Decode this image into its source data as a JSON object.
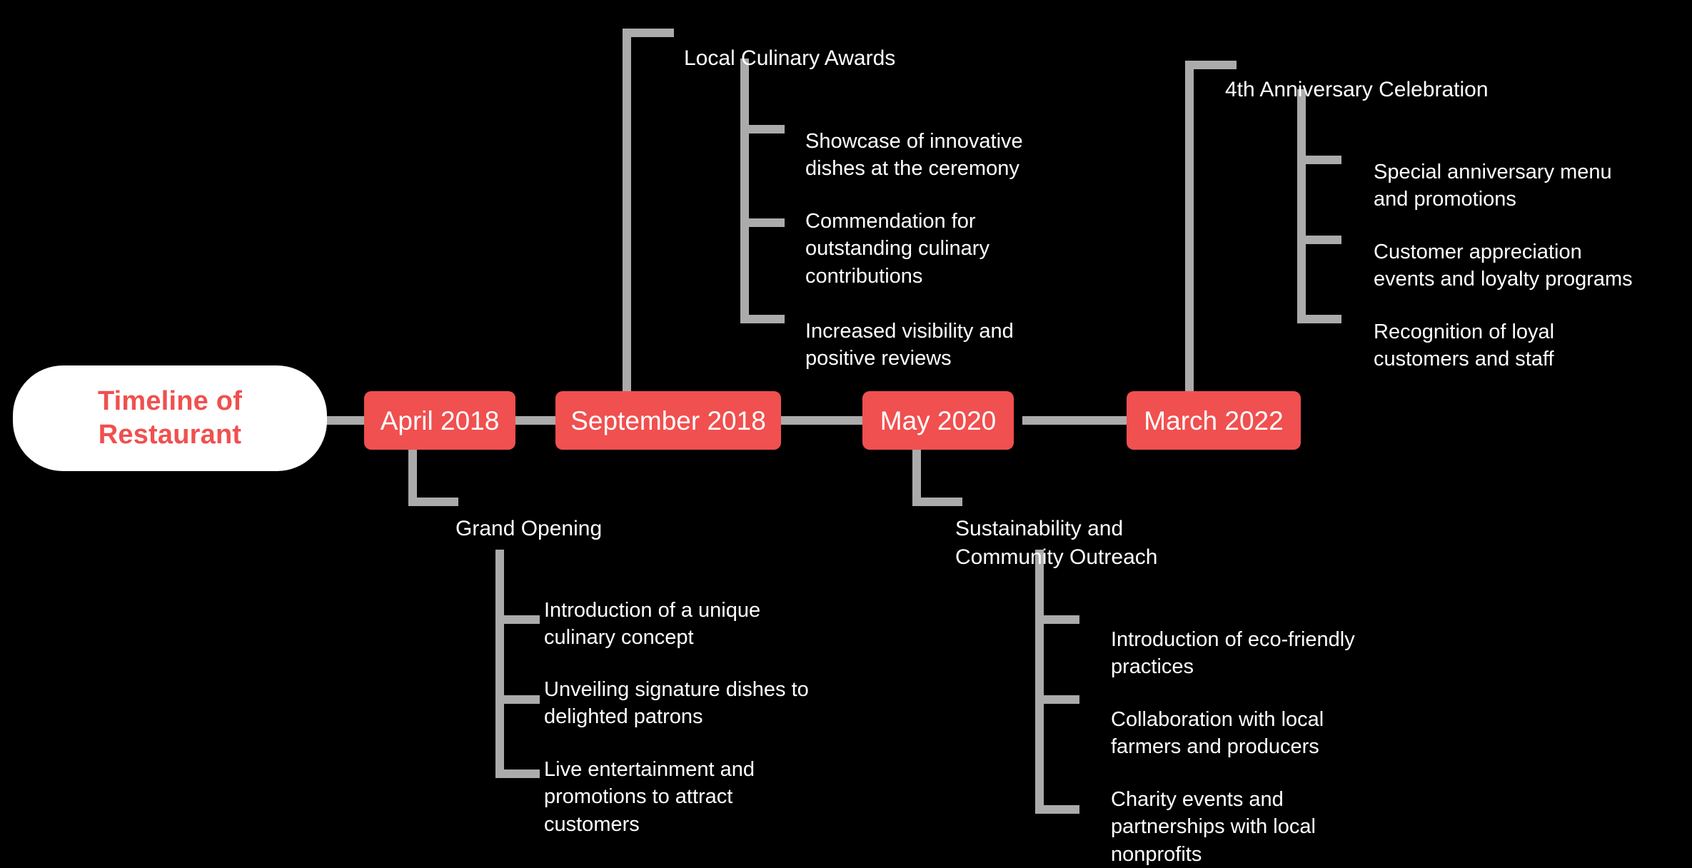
{
  "colors": {
    "background": "#000000",
    "node_fill": "#F0504F",
    "node_text": "#FFFFFF",
    "root_fill": "#FFFFFF",
    "root_text": "#F0504F",
    "connector": "#ABABAB",
    "label_text": "#FFFFFF"
  },
  "root": {
    "line1": "Timeline of",
    "line2": "Restaurant"
  },
  "chart_data": {
    "type": "timeline",
    "title": "Timeline of Restaurant",
    "milestones": [
      {
        "date": "April 2018",
        "event": "Grand Opening",
        "event_side": "below",
        "details": [
          "Introduction of a unique\nculinary concept",
          "Unveiling signature dishes to\ndelighted patrons",
          "Live entertainment and\npromotions to attract\ncustomers"
        ]
      },
      {
        "date": "September 2018",
        "event": "Local Culinary Awards",
        "event_side": "above",
        "details": [
          "Showcase of innovative\ndishes at the ceremony",
          "Commendation for\noutstanding culinary\ncontributions",
          "Increased visibility and\npositive reviews"
        ]
      },
      {
        "date": "May 2020",
        "event": "Sustainability and\nCommunity Outreach",
        "event_side": "below",
        "details": [
          "Introduction of eco-friendly\npractices",
          "Collaboration with local\nfarmers and producers",
          "Charity events and\npartnerships with local\nnonprofits"
        ]
      },
      {
        "date": "March 2022",
        "event": "4th Anniversary Celebration",
        "event_side": "above",
        "details": [
          "Special anniversary menu\nand promotions",
          "Customer appreciation\nevents and loyalty programs",
          "Recognition of loyal\ncustomers and staff"
        ]
      }
    ]
  }
}
